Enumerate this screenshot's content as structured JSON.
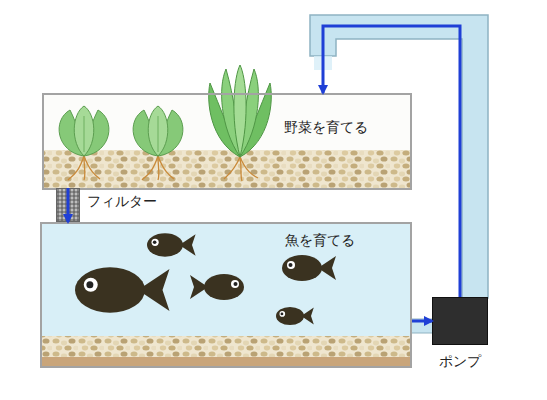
{
  "diagram": {
    "nodes": [
      {
        "text": [
          "野菜を育てる"
        ]
      },
      {
        "text": [
          "フィルター"
        ]
      },
      {
        "text": [
          "魚を育てる"
        ]
      },
      {
        "text": [
          "ポンプ"
        ]
      }
    ],
    "edges": [
      {
        "from": 1,
        "to": 2,
        "arrow": "to"
      },
      {
        "from": 2,
        "to": 3,
        "arrow": "to"
      },
      {
        "from": 3,
        "to": 0,
        "arrow": "to"
      }
    ]
  }
}
